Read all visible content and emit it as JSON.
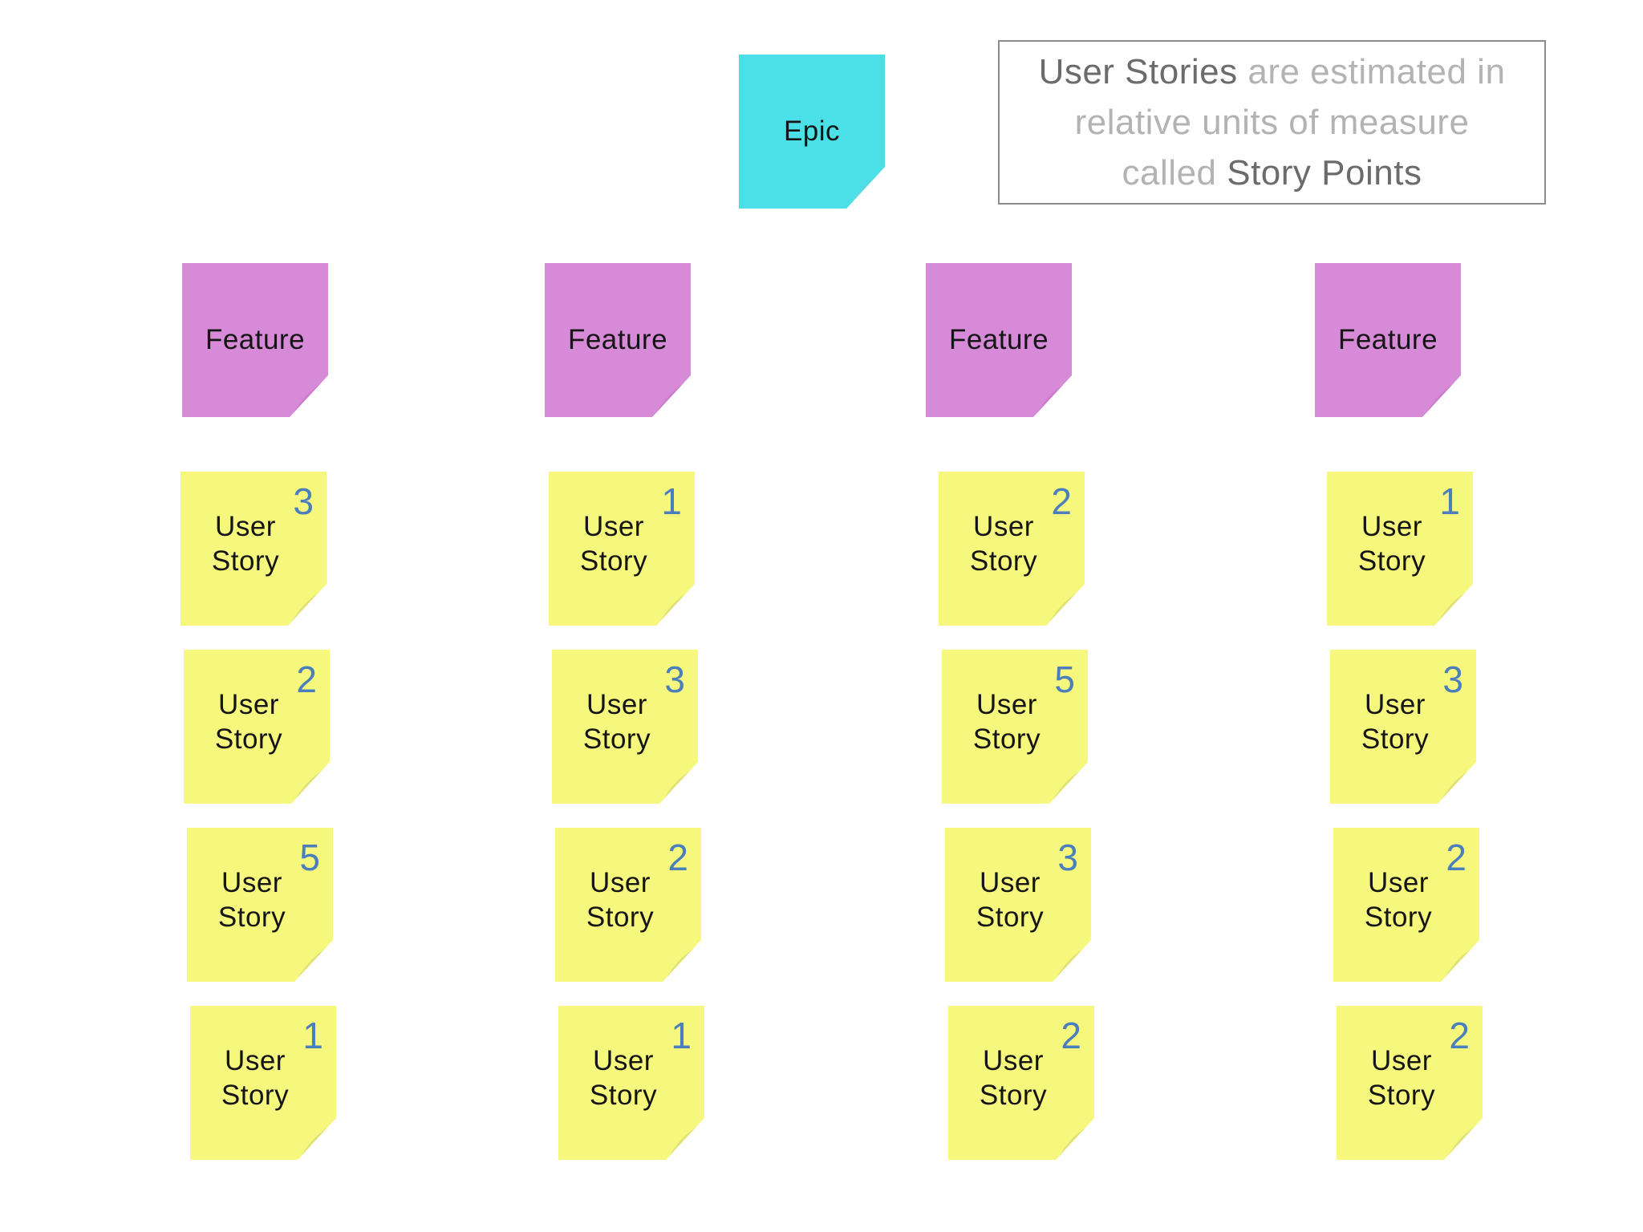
{
  "slide": {
    "background": "#ffffff"
  },
  "epic": {
    "label": "Epic",
    "color": "#4BDFE8"
  },
  "message_box": {
    "border_color": "#8C8C8C",
    "text_dark_color": "#6B6B6B",
    "text_light_color": "#B3B3B3",
    "lines": [
      {
        "segments": [
          {
            "text": "User Stories",
            "tone": "dark"
          },
          {
            "text": " are estimated in",
            "tone": "light"
          }
        ]
      },
      {
        "segments": [
          {
            "text": "relative units of measure",
            "tone": "light"
          }
        ]
      },
      {
        "segments": [
          {
            "text": "called ",
            "tone": "light"
          },
          {
            "text": "Story Points",
            "tone": "dark"
          }
        ]
      }
    ]
  },
  "feature_color": "#D78AD8",
  "story_color": "#F6F77D",
  "points_color": "#4A7EBC",
  "columns": [
    {
      "feature_label": "Feature",
      "stories": [
        {
          "label": "User Story",
          "points": 3
        },
        {
          "label": "User Story",
          "points": 2
        },
        {
          "label": "User Story",
          "points": 5
        },
        {
          "label": "User Story",
          "points": 1
        }
      ]
    },
    {
      "feature_label": "Feature",
      "stories": [
        {
          "label": "User Story",
          "points": 1
        },
        {
          "label": "User Story",
          "points": 3
        },
        {
          "label": "User Story",
          "points": 2
        },
        {
          "label": "User Story",
          "points": 1
        }
      ]
    },
    {
      "feature_label": "Feature",
      "stories": [
        {
          "label": "User Story",
          "points": 2
        },
        {
          "label": "User Story",
          "points": 5
        },
        {
          "label": "User Story",
          "points": 3
        },
        {
          "label": "User Story",
          "points": 2
        }
      ]
    },
    {
      "feature_label": "Feature",
      "stories": [
        {
          "label": "User Story",
          "points": 1
        },
        {
          "label": "User Story",
          "points": 3
        },
        {
          "label": "User Story",
          "points": 2
        },
        {
          "label": "User Story",
          "points": 2
        }
      ]
    }
  ]
}
